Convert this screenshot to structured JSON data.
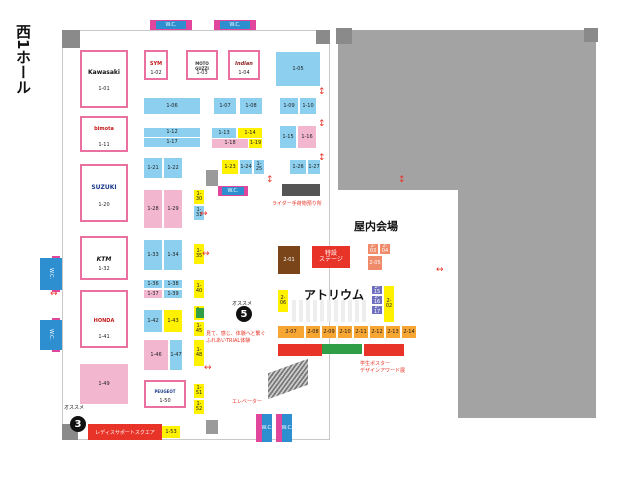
{
  "hall": {
    "title_vertical": "西1ホール"
  },
  "makers": [
    {
      "id": "1-01",
      "logo": "Kawasaki"
    },
    {
      "id": "1-02",
      "logo": "SYM"
    },
    {
      "id": "1-03",
      "logo": "MOTO GUZZI"
    },
    {
      "id": "1-04",
      "logo": "Indian"
    },
    {
      "id": "1-11",
      "logo": "bimota"
    },
    {
      "id": "1-20",
      "logo": "SUZUKI"
    },
    {
      "id": "1-32",
      "logo": "KTM"
    },
    {
      "id": "1-41",
      "logo": "HONDA"
    },
    {
      "id": "1-50",
      "logo": "PEUGEOT"
    }
  ],
  "booths": {
    "b105": "1-05",
    "b106": "1-06",
    "b107": "1-07",
    "b108": "1-08",
    "b109": "1-09",
    "b110": "1-10",
    "b112": "1-12",
    "b113": "1-13",
    "b114": "1-14",
    "b115": "1-15",
    "b116": "1-16",
    "b117": "1-17",
    "b118": "1-18",
    "b119": "1-19",
    "b121": "1-21",
    "b122": "1-22",
    "b123": "1-23",
    "b124": "1-24",
    "b125": "1-25",
    "b126": "1-26",
    "b127": "1-27",
    "b128": "1-28",
    "b129": "1-29",
    "b130": "1-30",
    "b131": "1-31",
    "b133": "1-33",
    "b134": "1-34",
    "b135": "1-35",
    "b136": "1-36",
    "b137": "1-37",
    "b138": "1-38",
    "b139": "1-39",
    "b140": "1-40",
    "b142": "1-42",
    "b143": "1-43",
    "b144": "1-44",
    "b145": "1-45",
    "b146": "1-46",
    "b147": "1-47",
    "b148": "1-48",
    "b149": "1-49",
    "b151": "1-51",
    "b152": "1-52",
    "b153": "1-53",
    "b201": "2-01",
    "b202": "2-02",
    "b203": "2-03",
    "b204": "2-04",
    "b205": "2-05",
    "b206": "2-06",
    "b207": "2-07",
    "b208": "2-08",
    "b209": "2-09",
    "b210": "2-10",
    "b211": "2-11",
    "b212": "2-12",
    "b213": "2-13",
    "b214": "2-14",
    "b215": "2-15",
    "b216": "2-16",
    "b217": "2-17"
  },
  "wc_label": "W.C.",
  "labels": {
    "okunai": "屋内会場",
    "atrium": "アトリウム",
    "tokusetsu": "特設\nステージ",
    "rider_storage": "ライダー手荷物預り所",
    "elevator": "エレベーター",
    "trial": "見て、感じ、体験へと繋ぐ\nふれあいTRIAL体験",
    "poster": "学生ポスター\nデザインアワード展",
    "ladies": "レディスサポートスクエア",
    "osusume1": "オススメ",
    "osusume2": "オススメ",
    "badge5": "5",
    "badge3": "3"
  },
  "colors": {
    "accent": "#e83428",
    "wc": "#2e8fd0",
    "pink": "#e9709f",
    "hall_gray": "#a3a3a3"
  }
}
